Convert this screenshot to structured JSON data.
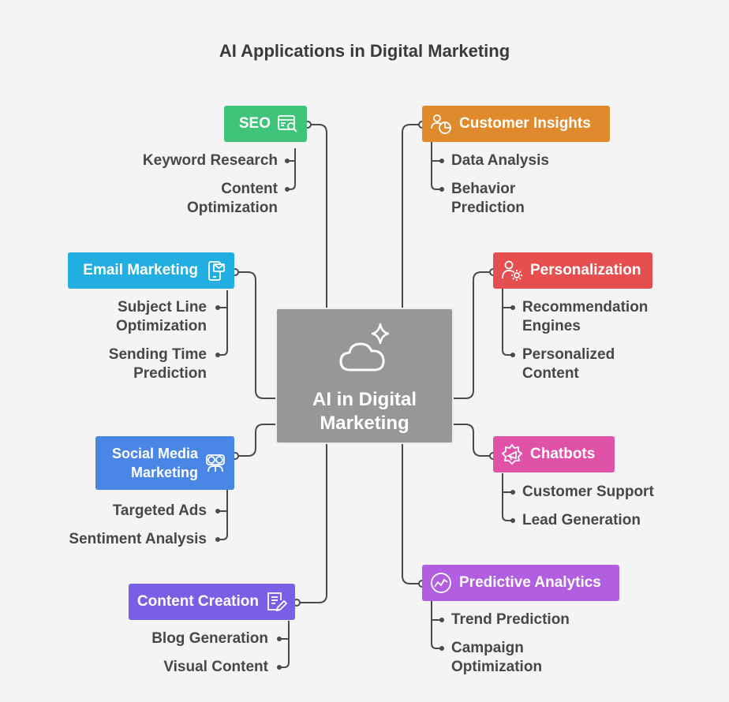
{
  "title": "AI Applications in Digital Marketing",
  "center": {
    "label_line1": "AI in Digital",
    "label_line2": "Marketing",
    "icon": "cloud-sparkle-icon"
  },
  "branches": {
    "seo": {
      "label": "SEO",
      "color": "#3fc47a",
      "icon": "browser-search-icon",
      "items": [
        "Keyword Research",
        "Content",
        "Optimization"
      ]
    },
    "email": {
      "label": "Email Marketing",
      "color": "#22aee0",
      "icon": "mobile-mail-icon",
      "items": [
        "Subject Line",
        "Optimization",
        "Sending Time",
        "Prediction"
      ]
    },
    "social": {
      "label_line1": "Social Media",
      "label_line2": "Marketing",
      "color": "#4a86e6",
      "icon": "social-group-icon",
      "items": [
        "Targeted Ads",
        "Sentiment Analysis"
      ]
    },
    "content": {
      "label": "Content Creation",
      "color": "#7b5ee6",
      "icon": "document-edit-icon",
      "items": [
        "Blog Generation",
        "Visual Content"
      ]
    },
    "insights": {
      "label": "Customer Insights",
      "color": "#e08a2e",
      "icon": "user-chart-icon",
      "items": [
        "Data Analysis",
        "Behavior",
        "Prediction"
      ]
    },
    "personalization": {
      "label": "Personalization",
      "color": "#e64f4f",
      "icon": "user-gear-icon",
      "items": [
        "Recommendation",
        "Engines",
        "Personalized",
        "Content"
      ]
    },
    "chatbots": {
      "label": "Chatbots",
      "color": "#e052a8",
      "icon": "chatbot-icon",
      "items": [
        "Customer Support",
        "Lead Generation"
      ]
    },
    "predictive": {
      "label": "Predictive Analytics",
      "color": "#b15ee0",
      "icon": "trend-chart-icon",
      "items": [
        "Trend Prediction",
        "Campaign",
        "Optimization"
      ]
    }
  },
  "colors": {
    "line": "#4a4a4a",
    "center_fill": "#979797"
  }
}
